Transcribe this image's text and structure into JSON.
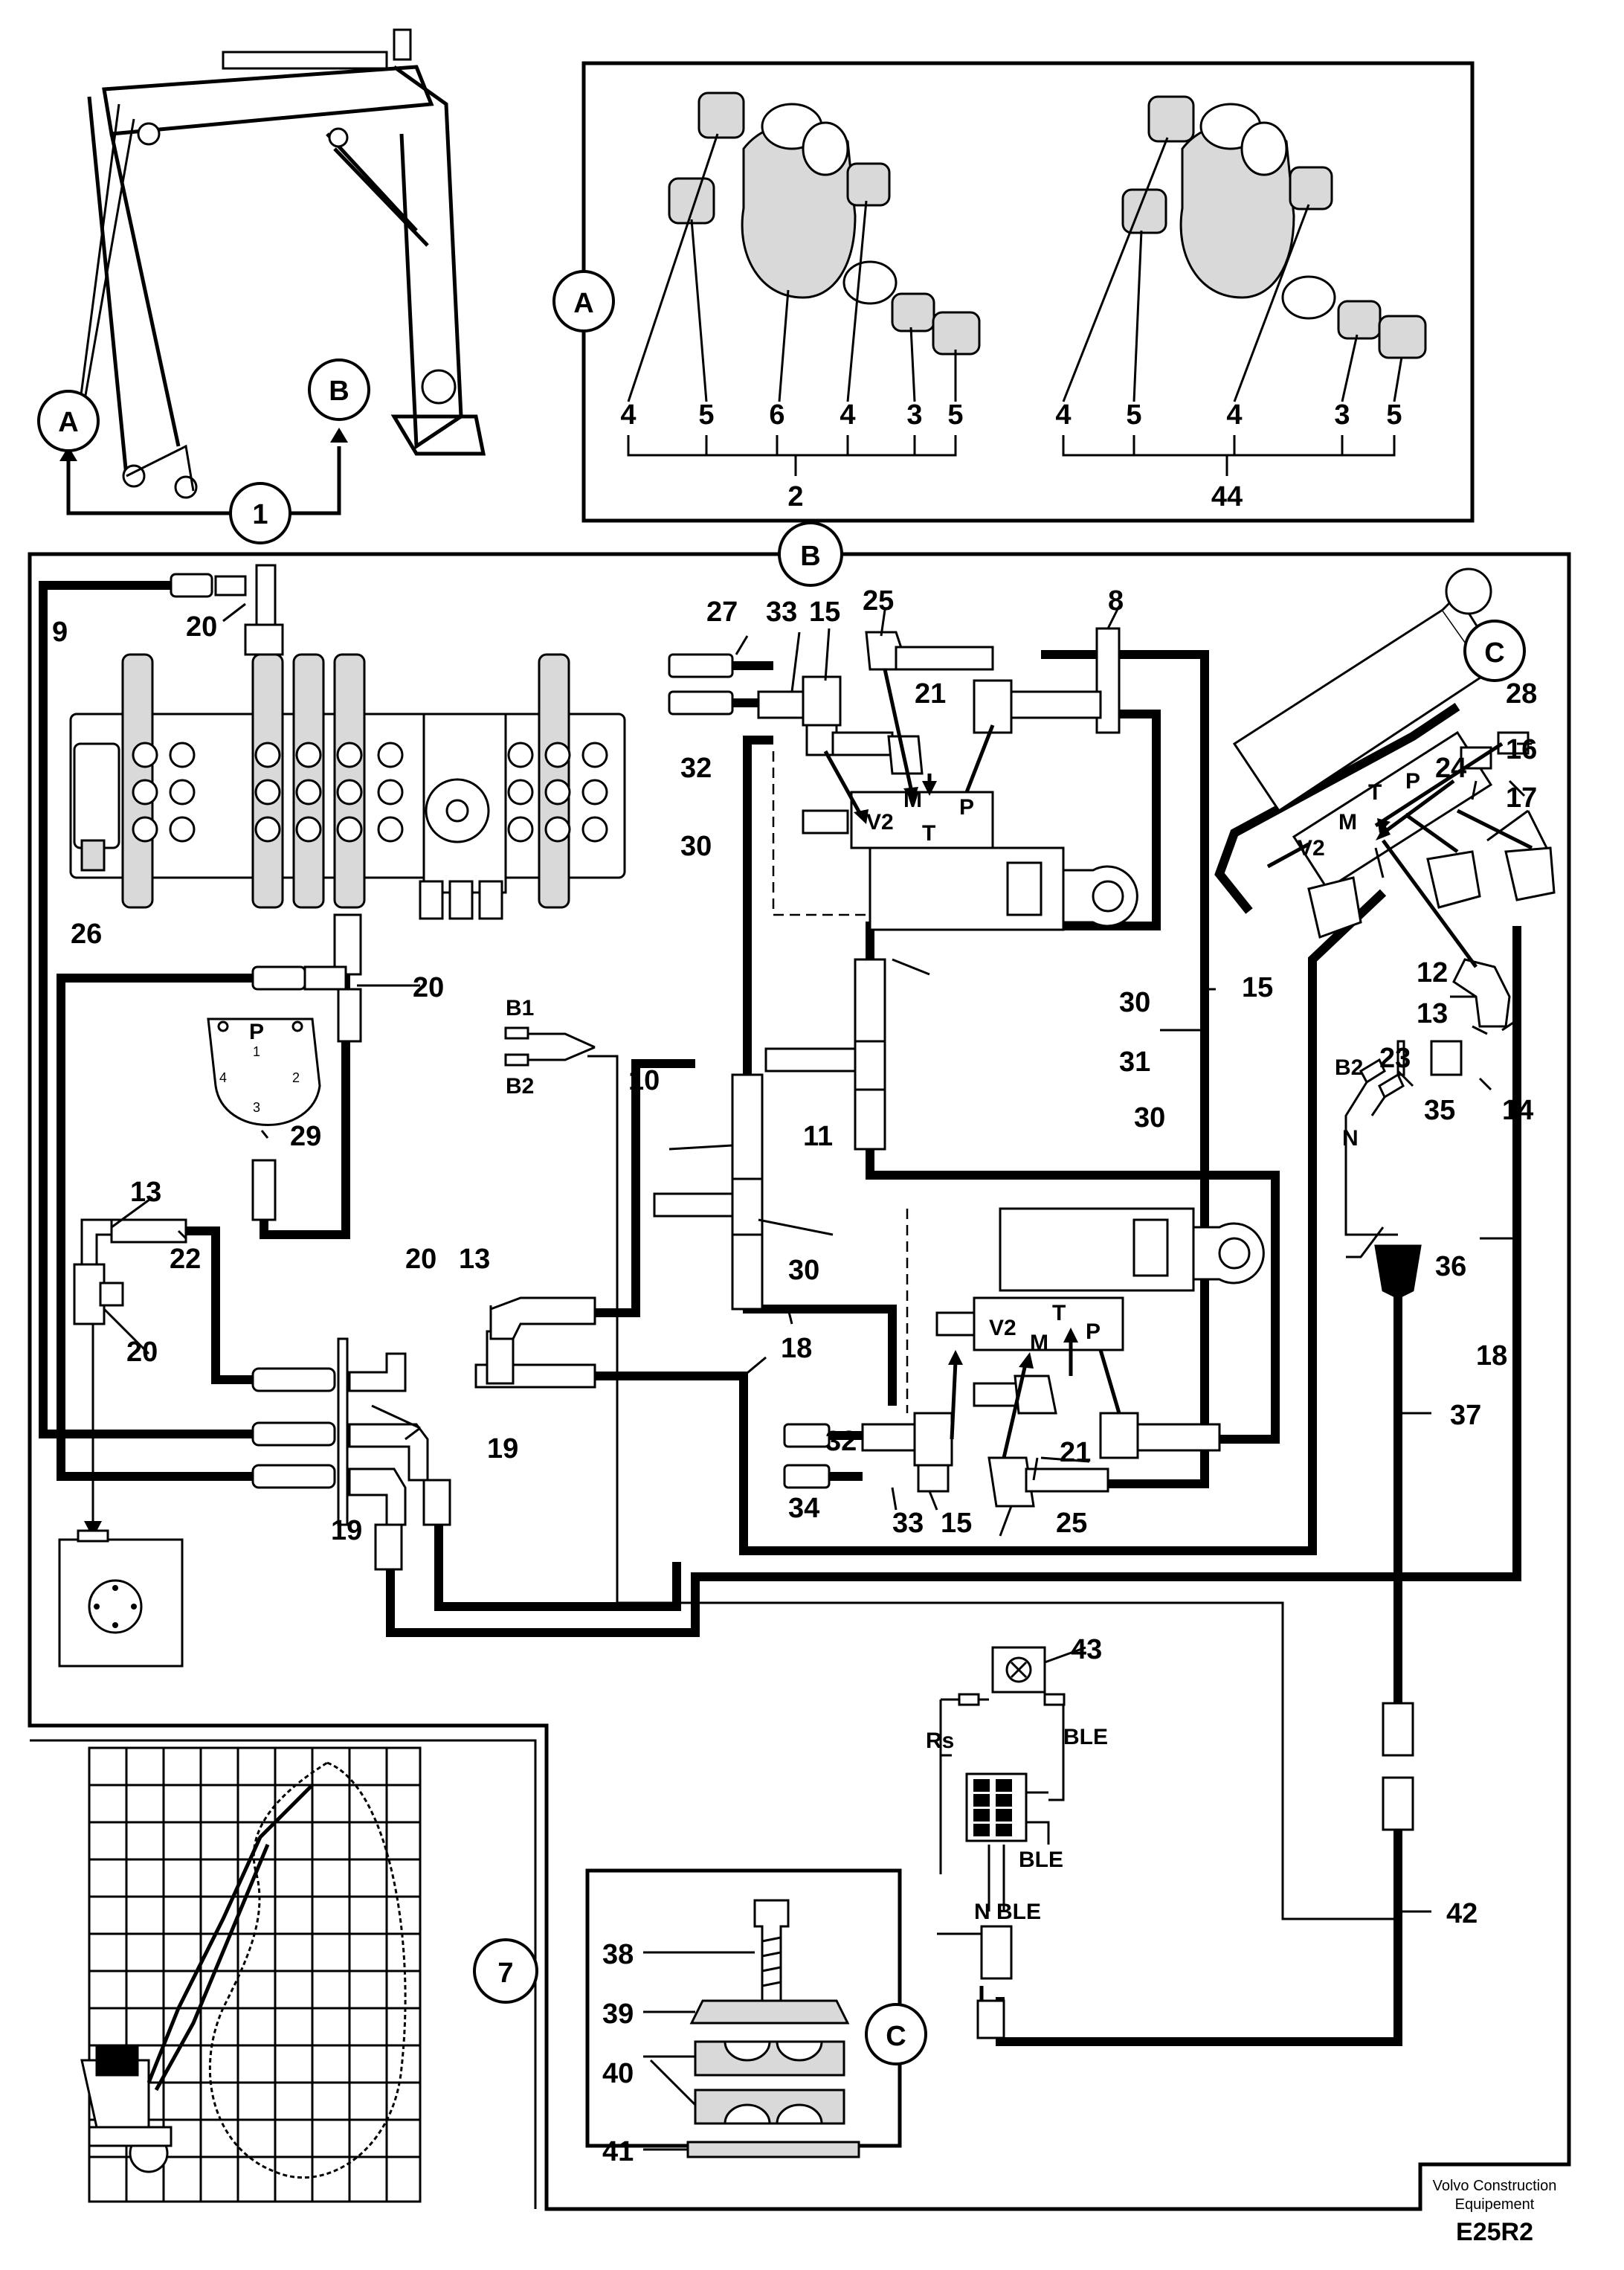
{
  "callouts": {
    "A": "A",
    "B": "B",
    "C": "C",
    "one": "1",
    "seven": "7"
  },
  "bushing_set": {
    "left_numbers": [
      "4",
      "5",
      "6",
      "4",
      "3",
      "5"
    ],
    "left_group": "2",
    "right_numbers": [
      "4",
      "5",
      "4",
      "3",
      "5"
    ],
    "right_group": "44"
  },
  "parts": {
    "p3": "3",
    "p8": "8",
    "p9": "9",
    "p10": "10",
    "p11": "11",
    "p12": "12",
    "p13": "13",
    "p14": "14",
    "p15": "15",
    "p16": "16",
    "p17": "17",
    "p18": "18",
    "p19": "19",
    "p20": "20",
    "p21": "21",
    "p22": "22",
    "p23": "23",
    "p24": "24",
    "p25": "25",
    "p26": "26",
    "p27": "27",
    "p28": "28",
    "p29": "29",
    "p30": "30",
    "p31": "31",
    "p32": "32",
    "p33": "33",
    "p34": "34",
    "p35": "35",
    "p36": "36",
    "p37": "37",
    "p38": "38",
    "p39": "39",
    "p40": "40",
    "p41": "41",
    "p42": "42",
    "p43": "43"
  },
  "valve_ports": {
    "v2": "V2",
    "m": "M",
    "t": "T",
    "p": "P"
  },
  "rotary_ports": {
    "p": "P",
    "one": "1",
    "two": "2",
    "three": "3",
    "four": "4"
  },
  "electrical": {
    "b1": "B1",
    "b2": "B2",
    "n": "N",
    "rs": "Rs",
    "ble": "BLE"
  },
  "footer": {
    "maker_line1": "Volvo Construction",
    "maker_line2": "Equipement",
    "code": "E25R2"
  }
}
